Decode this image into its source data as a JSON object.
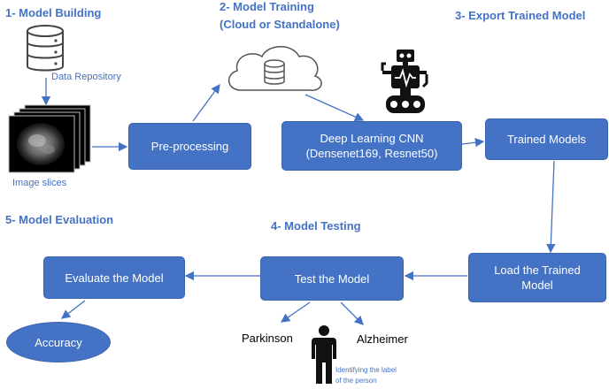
{
  "headings": {
    "step1": "1- Model Building",
    "step2_line1": "2- Model Training",
    "step2_line2": "(Cloud or Standalone)",
    "step3": "3- Export Trained Model",
    "step4": "4- Model Testing",
    "step5": "5- Model Evaluation"
  },
  "nodes": {
    "data_repository": "Data Repository",
    "image_slices": "Image slices",
    "preprocessing": "Pre-processing",
    "cnn_line1": "Deep Learning CNN",
    "cnn_line2": "(Densenet169, Resnet50)",
    "trained_models": "Trained Models",
    "load_line1": "Load the Trained",
    "load_line2": "Model",
    "test_model": "Test the Model",
    "evaluate_model": "Evaluate the Model",
    "accuracy": "Accuracy",
    "parkinson": "Parkinson",
    "alzheimer": "Alzheimer",
    "identify_line1": "Identifying the label",
    "identify_line2": "of the person"
  },
  "colors": {
    "accent": "#4472c4",
    "arrow": "#4472c4",
    "box_text": "#ffffff"
  },
  "icons": [
    "database-icon",
    "cloud-database-icon",
    "robot-icon",
    "person-icon",
    "brain-scan-slices"
  ]
}
